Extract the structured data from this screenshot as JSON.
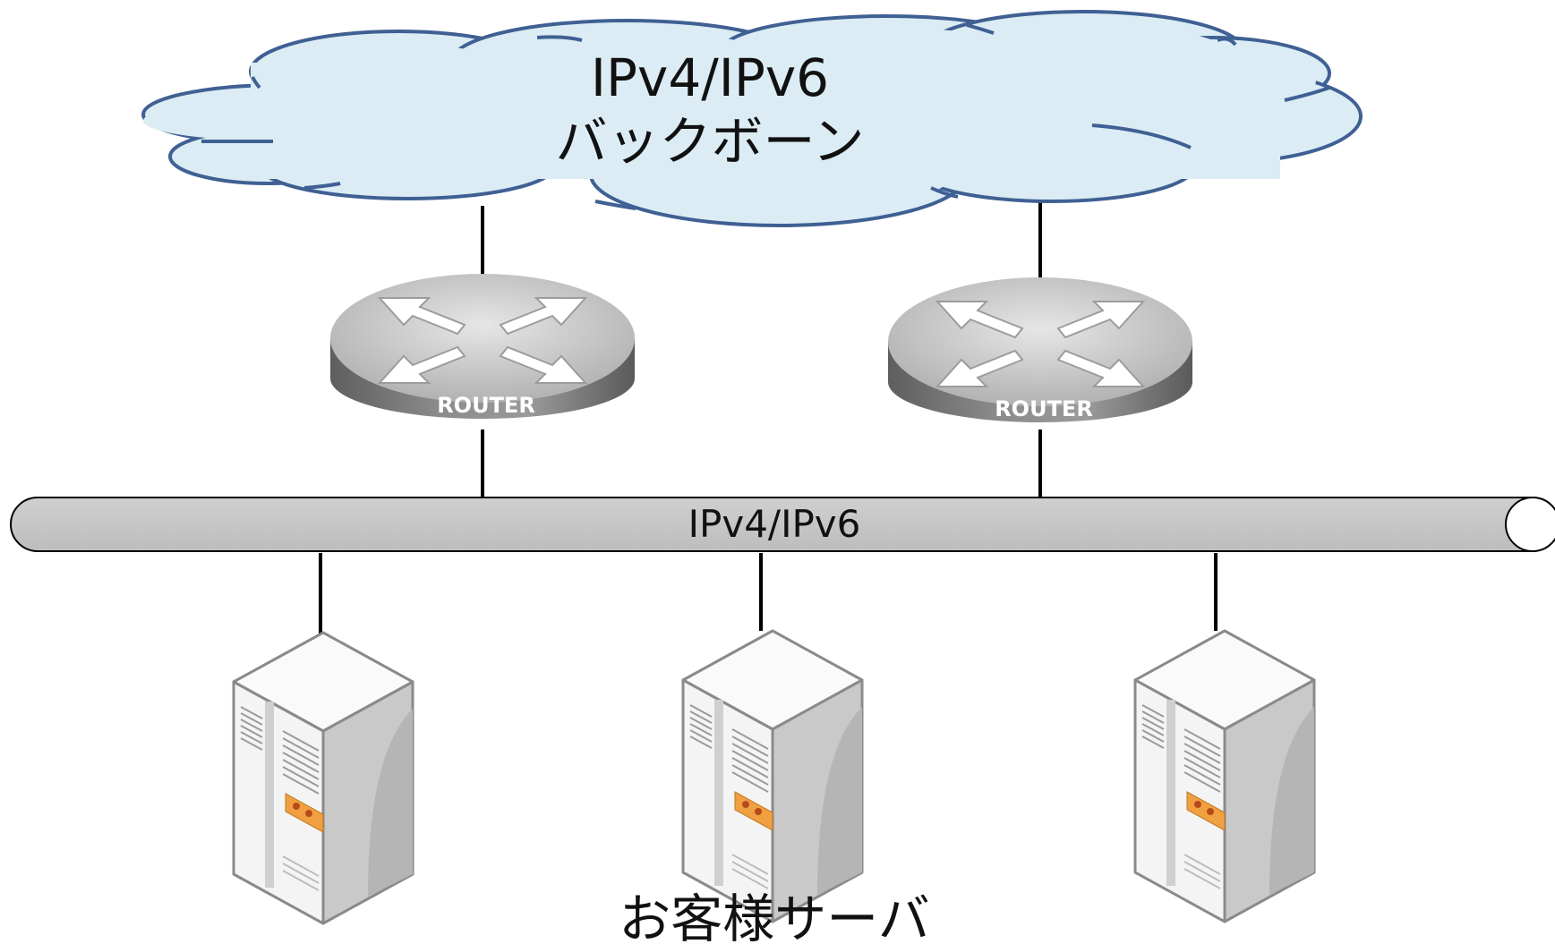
{
  "cloud": {
    "line1": "IPv4/IPv6",
    "line2": "バックボーン",
    "fill": "#dbecf4",
    "stroke": "#3f6093"
  },
  "routers": [
    {
      "label": "ROUTER"
    },
    {
      "label": "ROUTER"
    }
  ],
  "bus": {
    "label": "IPv4/IPv6",
    "fill": "#c4c4c4"
  },
  "servers_caption": "お客様サーバ",
  "colors": {
    "line": "#000000",
    "server_body": "#f2f2f2",
    "server_side": "#c8c8c8",
    "server_panel": "#f0a040"
  }
}
